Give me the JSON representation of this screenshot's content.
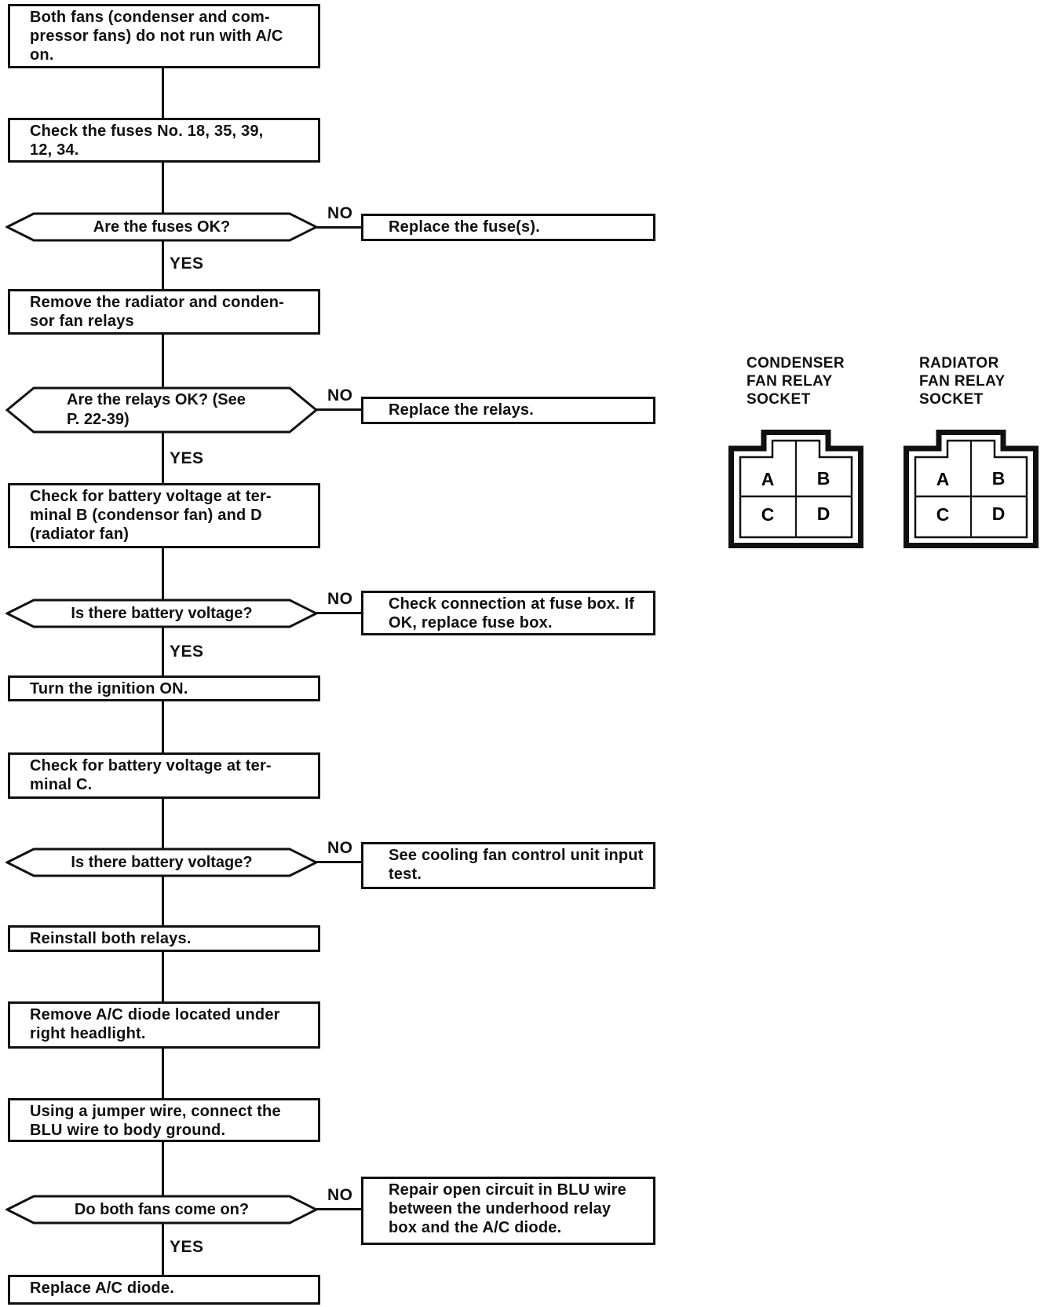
{
  "nodes": {
    "problem": "Both fans (condenser and com-\npressor fans) do not run with A/C\non.",
    "check_fuses": "Check the fuses No. 18, 35, 39,\n12, 34.",
    "fuses_ok": "Are the fuses OK?",
    "replace_fuses": "Replace the fuse(s).",
    "remove_relays": "Remove the radiator and conden-\nsor fan relays",
    "relays_ok": "Are the relays OK? (See\nP. 22-39)",
    "replace_relays": "Replace the relays.",
    "check_voltage_bd": "Check for battery voltage at ter-\nminal B (condensor fan) and D\n(radiator fan)",
    "battery_voltage_q1": "Is there battery voltage?",
    "check_fuse_box": "Check connection at fuse box. If\nOK, replace fuse box.",
    "ignition_on": "Turn the ignition ON.",
    "check_voltage_c": "Check for battery voltage at ter-\nminal C.",
    "battery_voltage_q2": "Is there battery voltage?",
    "cooling_fan_test": "See cooling fan control unit input\ntest.",
    "reinstall_relays": "Reinstall both relays.",
    "remove_diode": "Remove A/C diode located under\nright headlight.",
    "jumper_wire": "Using a jumper wire, connect the\nBLU wire to body ground.",
    "fans_come_on": "Do both fans come on?",
    "repair_blu": "Repair open circuit in BLU wire\nbetween the underhood relay\nbox and the A/C diode.",
    "replace_diode": "Replace A/C diode."
  },
  "labels": {
    "yes": "YES",
    "no": "NO"
  },
  "sockets": {
    "condenser_title": "CONDENSER\nFAN RELAY\nSOCKET",
    "radiator_title": "RADIATOR\nFAN RELAY\nSOCKET",
    "terminals": [
      "A",
      "B",
      "C",
      "D"
    ]
  },
  "colors": {
    "ink": "#101010",
    "paper": "#ffffff"
  }
}
